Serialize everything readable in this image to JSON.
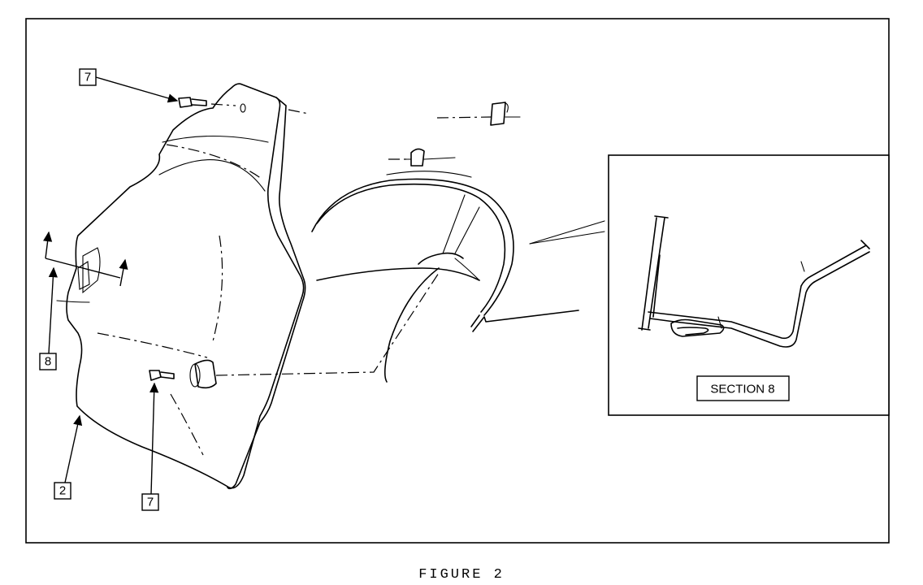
{
  "figure": {
    "callouts": {
      "top_left_7": "7",
      "left_8": "8",
      "bottom_left_2": "2",
      "bottom_7": "7"
    },
    "section_label": "SECTION 8",
    "caption": "FIGURE 2"
  }
}
